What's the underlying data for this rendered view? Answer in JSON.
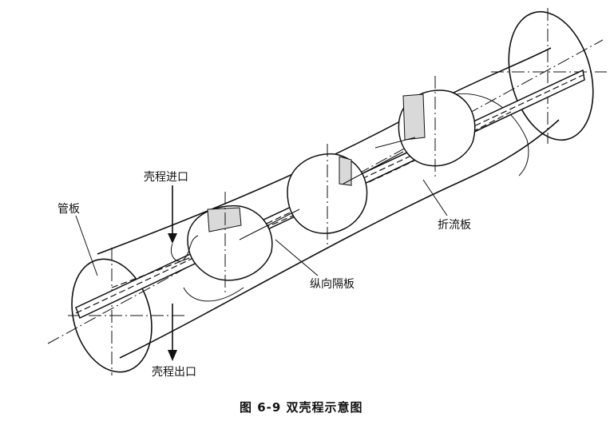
{
  "labels": {
    "tube_sheet": "管板",
    "shell_inlet": "壳程进口",
    "shell_outlet": "壳程出口",
    "longitudinal_baffle": "纵向隔板",
    "baffle": "折流板"
  },
  "caption": "图 6-9   双壳程示意图"
}
